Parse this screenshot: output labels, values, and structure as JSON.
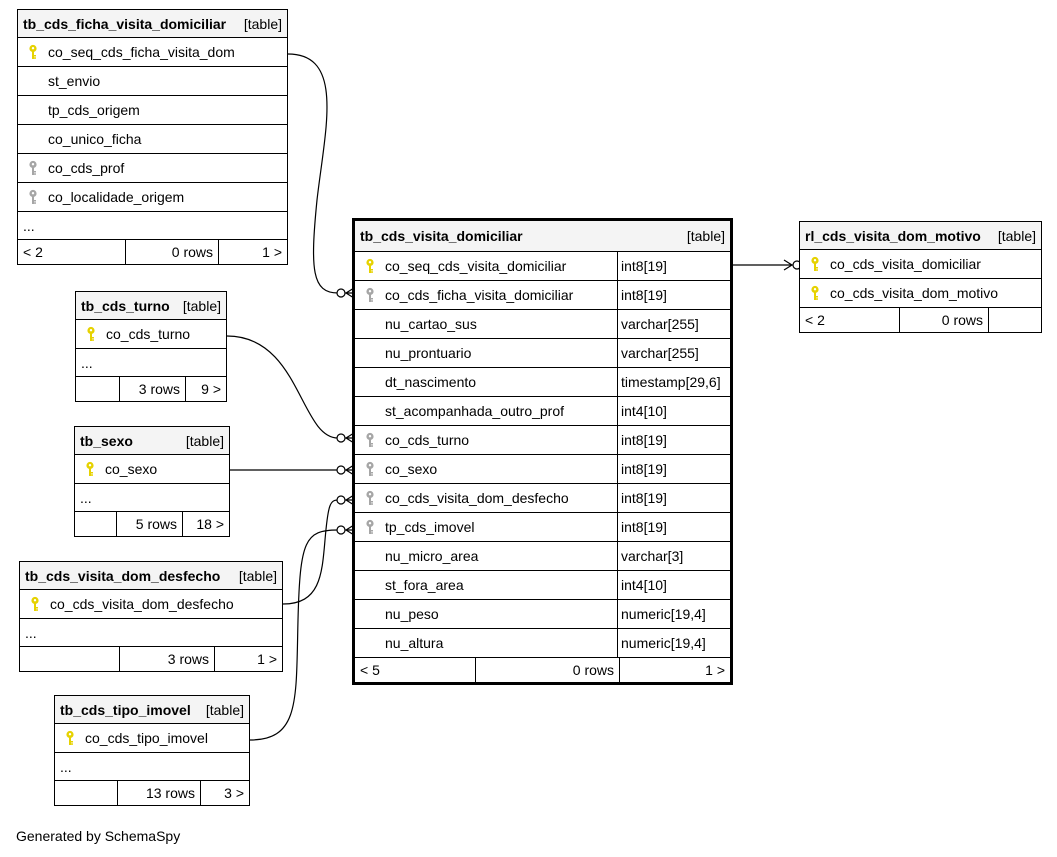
{
  "tables": {
    "ficha": {
      "name": "tb_cds_ficha_visita_domiciliar",
      "tag": "[table]",
      "columns": [
        {
          "name": "co_seq_cds_ficha_visita_dom",
          "key": "pk"
        },
        {
          "name": "st_envio",
          "key": ""
        },
        {
          "name": "tp_cds_origem",
          "key": ""
        },
        {
          "name": "co_unico_ficha",
          "key": ""
        },
        {
          "name": "co_cds_prof",
          "key": "fk"
        },
        {
          "name": "co_localidade_origem",
          "key": "fk"
        }
      ],
      "ellipsis": "...",
      "foot": {
        "parents": "< 2",
        "rows": "0 rows",
        "children": "1 >"
      }
    },
    "turno": {
      "name": "tb_cds_turno",
      "tag": "[table]",
      "columns": [
        {
          "name": "co_cds_turno",
          "key": "pk"
        }
      ],
      "ellipsis": "...",
      "foot": {
        "parents": "",
        "rows": "3 rows",
        "children": "9 >"
      }
    },
    "sexo": {
      "name": "tb_sexo",
      "tag": "[table]",
      "columns": [
        {
          "name": "co_sexo",
          "key": "pk"
        }
      ],
      "ellipsis": "...",
      "foot": {
        "parents": "",
        "rows": "5 rows",
        "children": "18 >"
      }
    },
    "desfecho": {
      "name": "tb_cds_visita_dom_desfecho",
      "tag": "[table]",
      "columns": [
        {
          "name": "co_cds_visita_dom_desfecho",
          "key": "pk"
        }
      ],
      "ellipsis": "...",
      "foot": {
        "parents": "",
        "rows": "3 rows",
        "children": "1 >"
      }
    },
    "imovel": {
      "name": "tb_cds_tipo_imovel",
      "tag": "[table]",
      "columns": [
        {
          "name": "co_cds_tipo_imovel",
          "key": "pk"
        }
      ],
      "ellipsis": "...",
      "foot": {
        "parents": "",
        "rows": "13 rows",
        "children": "3 >"
      }
    },
    "visita": {
      "name": "tb_cds_visita_domiciliar",
      "tag": "[table]",
      "columns": [
        {
          "name": "co_seq_cds_visita_domiciliar",
          "key": "pk",
          "type": "int8[19]"
        },
        {
          "name": "co_cds_ficha_visita_domiciliar",
          "key": "fk",
          "type": "int8[19]"
        },
        {
          "name": "nu_cartao_sus",
          "key": "",
          "type": "varchar[255]"
        },
        {
          "name": "nu_prontuario",
          "key": "",
          "type": "varchar[255]"
        },
        {
          "name": "dt_nascimento",
          "key": "",
          "type": "timestamp[29,6]"
        },
        {
          "name": "st_acompanhada_outro_prof",
          "key": "",
          "type": "int4[10]"
        },
        {
          "name": "co_cds_turno",
          "key": "fk",
          "type": "int8[19]"
        },
        {
          "name": "co_sexo",
          "key": "fk",
          "type": "int8[19]"
        },
        {
          "name": "co_cds_visita_dom_desfecho",
          "key": "fk",
          "type": "int8[19]"
        },
        {
          "name": "tp_cds_imovel",
          "key": "fk",
          "type": "int8[19]"
        },
        {
          "name": "nu_micro_area",
          "key": "",
          "type": "varchar[3]"
        },
        {
          "name": "st_fora_area",
          "key": "",
          "type": "int4[10]"
        },
        {
          "name": "nu_peso",
          "key": "",
          "type": "numeric[19,4]"
        },
        {
          "name": "nu_altura",
          "key": "",
          "type": "numeric[19,4]"
        }
      ],
      "foot": {
        "parents": "< 5",
        "rows": "0 rows",
        "children": "1 >"
      }
    },
    "motivo": {
      "name": "rl_cds_visita_dom_motivo",
      "tag": "[table]",
      "columns": [
        {
          "name": "co_cds_visita_domiciliar",
          "key": "pk"
        },
        {
          "name": "co_cds_visita_dom_motivo",
          "key": "pk"
        }
      ],
      "foot": {
        "parents": "< 2",
        "rows": "0 rows",
        "children": ""
      }
    }
  },
  "footer": "Generated by SchemaSpy",
  "colors": {
    "primary_key": "#e6d200",
    "foreign_key": "#a6a6a6",
    "header_bg": "#f4f4f4"
  }
}
